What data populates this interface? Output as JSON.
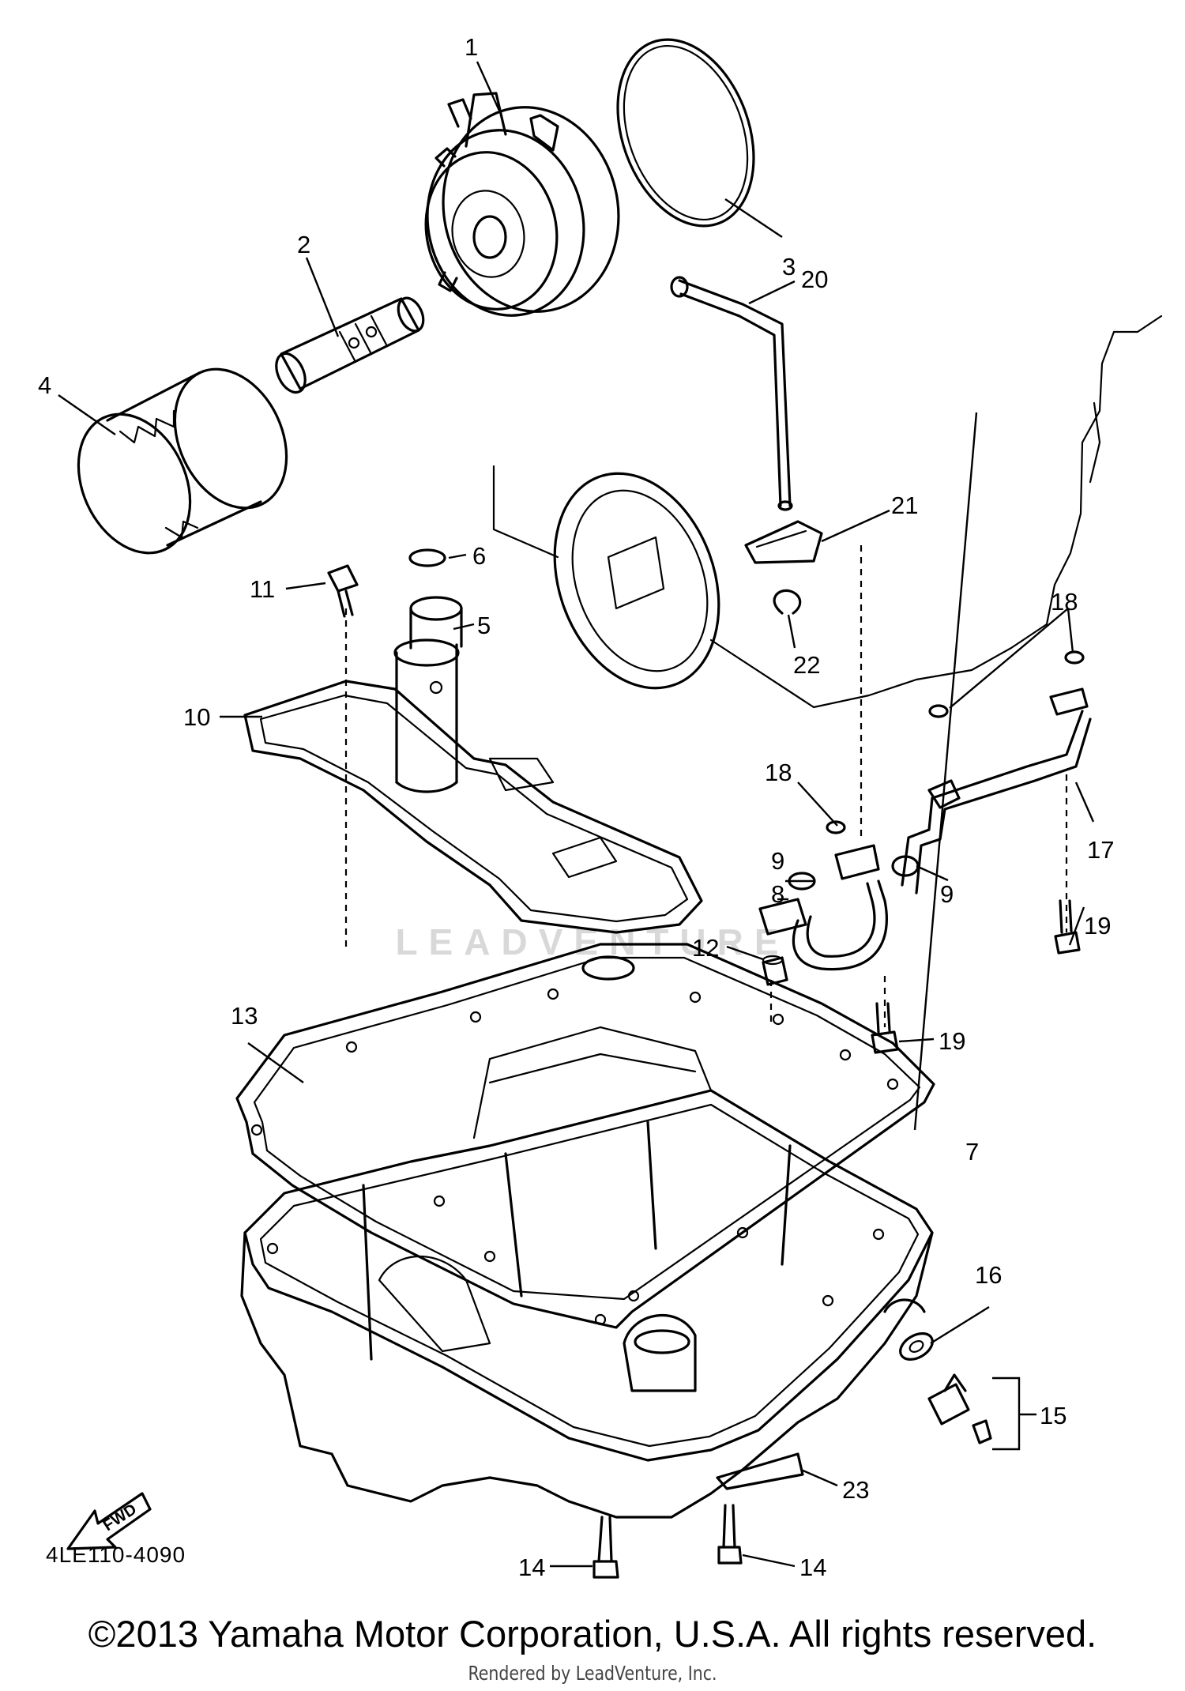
{
  "diagram": {
    "drawing_code": "4LE110-4090",
    "watermark": "LEADVENTURE",
    "fwd_marker": "FWD",
    "callouts": [
      {
        "id": "c1",
        "label": "1"
      },
      {
        "id": "c2",
        "label": "2"
      },
      {
        "id": "c3",
        "label": "3"
      },
      {
        "id": "c4",
        "label": "4"
      },
      {
        "id": "c5",
        "label": "5"
      },
      {
        "id": "c6",
        "label": "6"
      },
      {
        "id": "c7",
        "label": "7"
      },
      {
        "id": "c8",
        "label": "8"
      },
      {
        "id": "c9a",
        "label": "9"
      },
      {
        "id": "c9b",
        "label": "9"
      },
      {
        "id": "c10",
        "label": "10"
      },
      {
        "id": "c11",
        "label": "11"
      },
      {
        "id": "c12",
        "label": "12"
      },
      {
        "id": "c13",
        "label": "13"
      },
      {
        "id": "c14a",
        "label": "14"
      },
      {
        "id": "c14b",
        "label": "14"
      },
      {
        "id": "c15",
        "label": "15"
      },
      {
        "id": "c16",
        "label": "16"
      },
      {
        "id": "c17",
        "label": "17"
      },
      {
        "id": "c18a",
        "label": "18"
      },
      {
        "id": "c18b",
        "label": "18"
      },
      {
        "id": "c19a",
        "label": "19"
      },
      {
        "id": "c19b",
        "label": "19"
      },
      {
        "id": "c20",
        "label": "20"
      },
      {
        "id": "c21",
        "label": "21"
      },
      {
        "id": "c22",
        "label": "22"
      },
      {
        "id": "c23",
        "label": "23"
      }
    ]
  },
  "footer": {
    "copyright": "©2013 Yamaha Motor Corporation, U.S.A. All rights reserved.",
    "rendered_by": "Rendered by LeadVenture, Inc."
  }
}
